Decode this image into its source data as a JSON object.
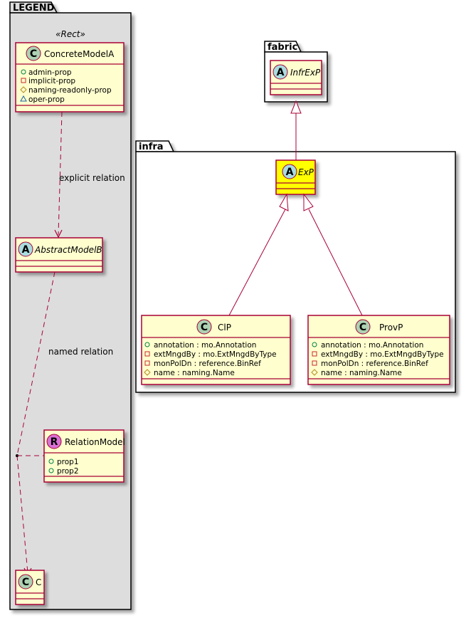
{
  "colors": {
    "class_fill": "#FEFECE",
    "class_border": "#A80036",
    "highlight_fill": "#FFFF00",
    "legend_fill": "#DDDDDD",
    "badge_class": "#ADD1B2",
    "badge_abstract": "#A9DCDF",
    "badge_relation": "#DA70D6",
    "vis_public": "#038048",
    "vis_private": "#C82930",
    "vis_protected": "#B38D22",
    "vis_package": "#1963A0"
  },
  "legend": {
    "package_name": "LEGEND",
    "stereotype": "«Rect»",
    "concrete": {
      "badge": "C",
      "name": "ConcreteModelA",
      "attrs": [
        {
          "vis": "public",
          "text": "admin-prop"
        },
        {
          "vis": "private",
          "text": "implicit-prop"
        },
        {
          "vis": "protected",
          "text": "naming-readonly-prop"
        },
        {
          "vis": "package",
          "text": "oper-prop"
        }
      ]
    },
    "explicit_relation_label": "explicit relation",
    "abstract": {
      "badge": "A",
      "name": "AbstractModelB"
    },
    "named_relation_label": "named relation",
    "relation": {
      "badge": "R",
      "name": "RelationModel",
      "attrs": [
        {
          "vis": "public",
          "text": "prop1"
        },
        {
          "vis": "public",
          "text": "prop2"
        }
      ]
    },
    "target": {
      "badge": "C",
      "name": "C"
    }
  },
  "fabric": {
    "package_name": "fabric",
    "cls": {
      "badge": "A",
      "name": "InfrExP"
    }
  },
  "infra": {
    "package_name": "infra",
    "exp": {
      "badge": "A",
      "name": "ExP"
    },
    "clp": {
      "badge": "C",
      "name": "ClP",
      "attrs": [
        {
          "vis": "public",
          "text": "annotation : mo.Annotation"
        },
        {
          "vis": "private",
          "text": "extMngdBy : mo.ExtMngdByType"
        },
        {
          "vis": "private",
          "text": "monPolDn : reference.BinRef"
        },
        {
          "vis": "protected",
          "text": "name : naming.Name"
        }
      ]
    },
    "provp": {
      "badge": "C",
      "name": "ProvP",
      "attrs": [
        {
          "vis": "public",
          "text": "annotation : mo.Annotation"
        },
        {
          "vis": "private",
          "text": "extMngdBy : mo.ExtMngdByType"
        },
        {
          "vis": "private",
          "text": "monPolDn : reference.BinRef"
        },
        {
          "vis": "protected",
          "text": "name : naming.Name"
        }
      ]
    }
  }
}
